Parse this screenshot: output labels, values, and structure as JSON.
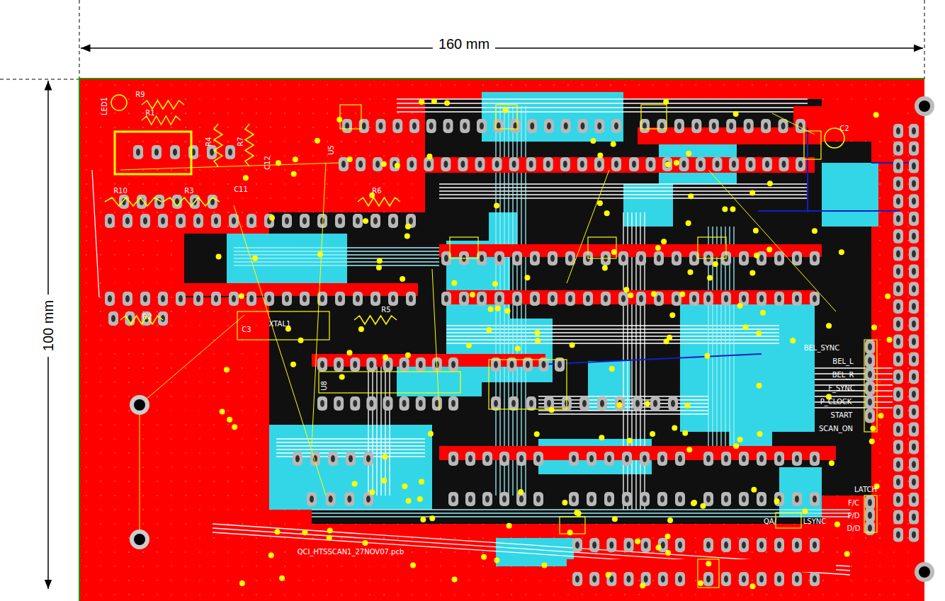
{
  "diagram": {
    "labels": [
      "160 mm",
      "100 mm",
      "LED1",
      "R9",
      "R1",
      "R4",
      "R7",
      "C12",
      "U5",
      "R10",
      "R3",
      "C11",
      "R6",
      "R2",
      "C3",
      "XTAL1",
      "R5",
      "U8",
      "C2",
      "QCI_HTSSCAN1_27NOV07.pcb",
      "BEL_SYNC",
      "BEL_L",
      "BEL_R",
      "F_SYNC",
      "P_CLOCK",
      "START",
      "SCAN_ON",
      "LATCH",
      "F/C",
      "P/D",
      "D/D",
      "QA/",
      "LSYNC"
    ]
  }
}
